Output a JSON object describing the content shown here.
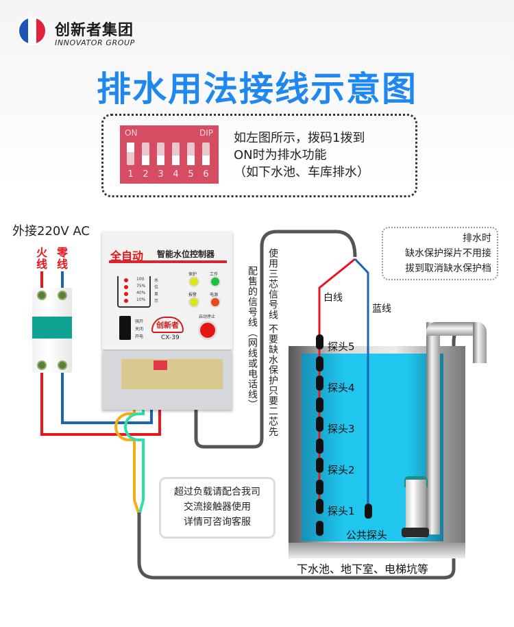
{
  "brand": {
    "name_cn": "创新者集团",
    "name_en": "INNOVATOR GROUP",
    "flag_colors": [
      "#1e54b7",
      "#ffffff",
      "#e3213b"
    ]
  },
  "title": "排水用法接线示意图",
  "dip": {
    "label_on": "ON",
    "label_dip": "DIP",
    "switches": [
      "1",
      "2",
      "3",
      "4",
      "5",
      "6"
    ],
    "switch_states": [
      "on",
      "off",
      "off",
      "off",
      "off",
      "off"
    ],
    "description": [
      "如左图所示，拨码1拨到",
      "ON时为排水功能",
      "（如下水池、车库排水）"
    ]
  },
  "power": {
    "label": "外接220V AC",
    "live_label": "火线",
    "neutral_label": "零线"
  },
  "controller": {
    "title_red": "全自动",
    "title_black": "智能水位控制器",
    "level_marks": [
      "100",
      "75%",
      "40%",
      "10%"
    ],
    "level_side_text": [
      "水",
      "位",
      "显",
      "示"
    ],
    "indicators": [
      "保护",
      "工作",
      "报警",
      "电源"
    ],
    "switch_labels": [
      "强开",
      "关闭",
      "开电"
    ],
    "start_stop_label": "启动停止",
    "logo_text": "创新者",
    "model": "CX-39"
  },
  "signal_cable": {
    "sold_label": "配售的信号线（网线或电话线）",
    "note": "使用三芯信号线 不要缺水保护只要二芯先"
  },
  "notes": {
    "drain_note": [
      "排水时",
      "缺水保护探片不用接",
      "拔到取消缺水保护档"
    ],
    "load_note": [
      "超过负载请配合我司",
      "交流接触器使用",
      "详情可咨询客服"
    ]
  },
  "tank": {
    "white_wire": "白线",
    "blue_wire": "蓝线",
    "probes": [
      "探头5",
      "探头4",
      "探头3",
      "探头2",
      "探头1"
    ],
    "common_probe": "公共探头",
    "caption": "下水池、地下室、电梯坑等"
  },
  "colors": {
    "title_blue": "#1e88f0",
    "wire_red": "#e8161f",
    "wire_blue": "#1b63b5",
    "wire_yellow": "#f5ad14",
    "wire_green": "#2ee0a6",
    "water": "#20c6ee"
  }
}
